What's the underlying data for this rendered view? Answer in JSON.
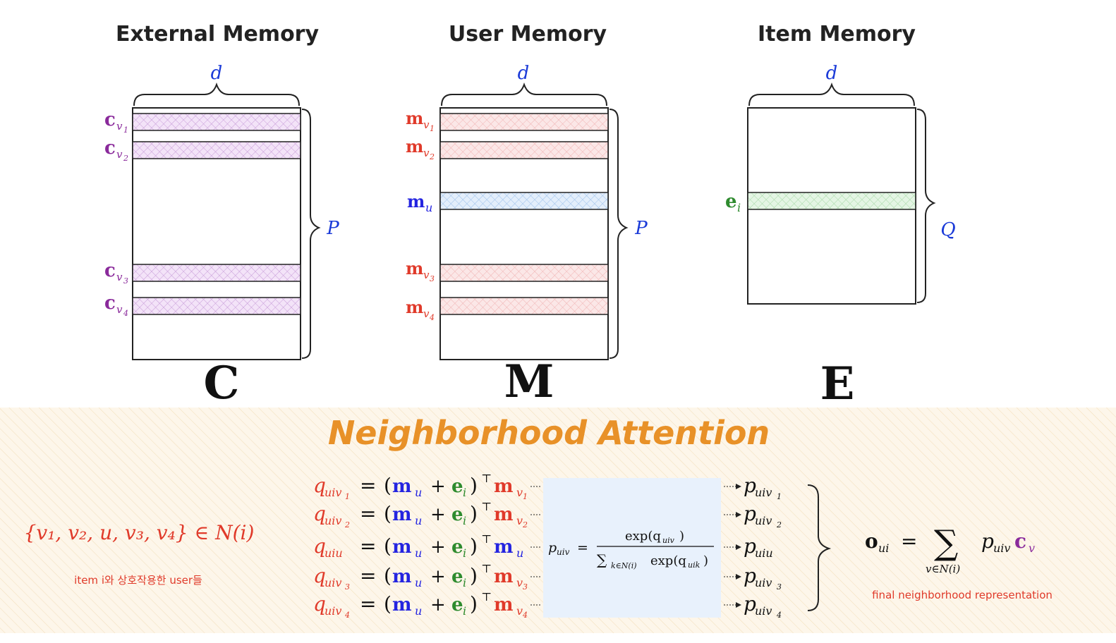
{
  "colors": {
    "purple": "#8a2a9b",
    "red": "#e03a2a",
    "blue": "#2424e0",
    "green": "#2e8b2e",
    "orange": "#e89128",
    "dim_blue": "#1a3ad8"
  },
  "memories": {
    "external": {
      "title": "External Memory",
      "dim": "d",
      "size": "P",
      "big": "C",
      "rows": [
        {
          "base": "c",
          "sub": "v",
          "idx": "1"
        },
        {
          "base": "c",
          "sub": "v",
          "idx": "2"
        },
        {
          "base": "c",
          "sub": "v",
          "idx": "3"
        },
        {
          "base": "c",
          "sub": "v",
          "idx": "4"
        }
      ]
    },
    "user": {
      "title": "User Memory",
      "dim": "d",
      "size": "P",
      "big": "M",
      "rows": [
        {
          "base": "m",
          "sub": "v",
          "idx": "1"
        },
        {
          "base": "m",
          "sub": "v",
          "idx": "2"
        },
        {
          "base": "m",
          "sub": "u",
          "idx": ""
        },
        {
          "base": "m",
          "sub": "v",
          "idx": "3"
        },
        {
          "base": "m",
          "sub": "v",
          "idx": "4"
        }
      ]
    },
    "item": {
      "title": "Item Memory",
      "dim": "d",
      "size": "Q",
      "big": "E",
      "rows": [
        {
          "base": "e",
          "sub": "i",
          "idx": ""
        }
      ]
    }
  },
  "attention": {
    "title": "Neighborhood Attention",
    "set_text": "{v₁, v₂, u, v₃, v₄} ∈ N(i)",
    "set_caption": "item i와 상호작용한 user들",
    "queries": [
      {
        "q": "uiv",
        "qi": "1",
        "target": "m",
        "tsub": "v",
        "tidx": "1",
        "p": "uiv",
        "pi": "1"
      },
      {
        "q": "uiv",
        "qi": "2",
        "target": "m",
        "tsub": "v",
        "tidx": "2",
        "p": "uiv",
        "pi": "2"
      },
      {
        "q": "uiu",
        "qi": "",
        "target": "m",
        "tsub": "u",
        "tidx": "",
        "p": "uiu",
        "pi": ""
      },
      {
        "q": "uiv",
        "qi": "3",
        "target": "m",
        "tsub": "v",
        "tidx": "3",
        "p": "uiv",
        "pi": "3"
      },
      {
        "q": "uiv",
        "qi": "4",
        "target": "m",
        "tsub": "v",
        "tidx": "4",
        "p": "uiv",
        "pi": "4"
      }
    ],
    "softmax": {
      "lhs": "p",
      "lhs_sub": "uiv",
      "num": "exp(q",
      "num_sub": "uiv",
      "num_end": ")",
      "den_sum": "∑",
      "den_sub": "k∈N(i)",
      "den": "exp(q",
      "den_q_sub": "uik",
      "den_end": ")"
    },
    "output": {
      "lhs": "o",
      "lhs_sub": "ui",
      "sum": "∑",
      "sum_sub": "v∈N(i)",
      "p": "p",
      "p_sub": "uiv",
      "c": "c",
      "c_sub": "v"
    },
    "output_caption": "final neighborhood representation"
  }
}
